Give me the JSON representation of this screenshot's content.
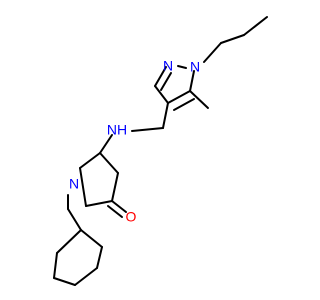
{
  "colors": {
    "background": "#ffffff",
    "bond": "#000000",
    "nitrogen": "#0000ff",
    "oxygen": "#ff0000"
  },
  "atoms": {
    "n_pyrazole_2": "N",
    "n_pyrazole_1": "N",
    "nh_amine": "NH",
    "n_pyrrolidinone": "N",
    "o_carbonyl": "O"
  }
}
